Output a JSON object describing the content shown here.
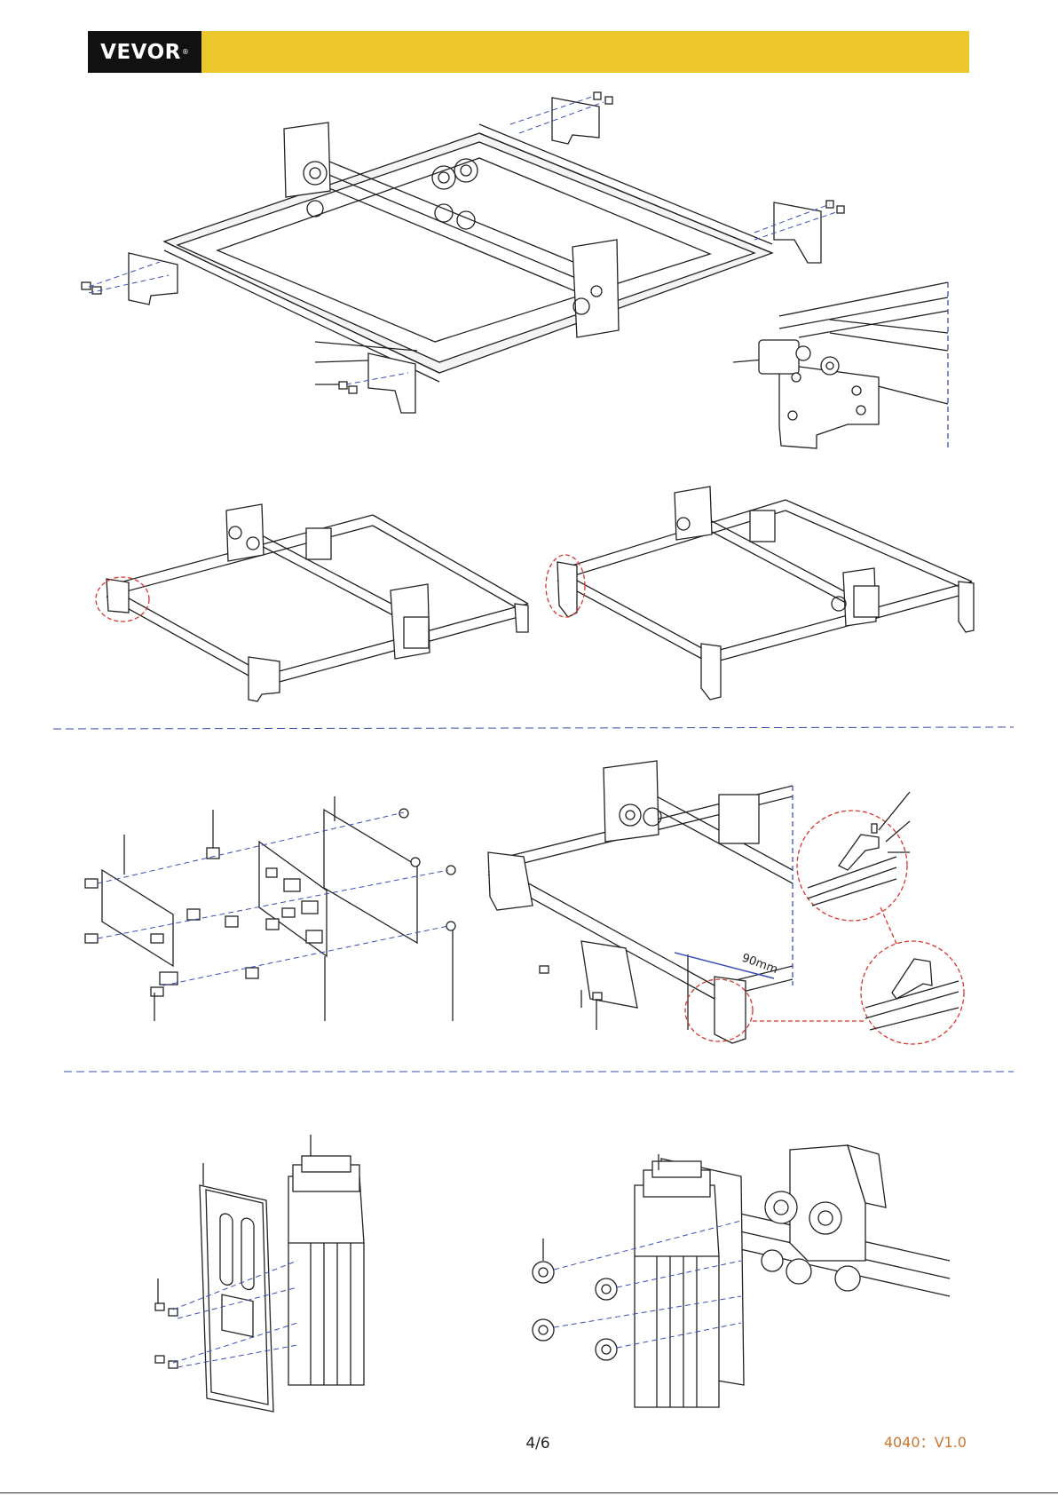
{
  "header": {
    "brand": "VEVOR",
    "registered": "®",
    "bar_color": "#ecc82c",
    "logo_bg": "#111111"
  },
  "figures": {
    "dimension_label": "90mm"
  },
  "footer": {
    "page_number": "4/6",
    "version": "4040：V1.0",
    "version_color": "#c9772e"
  },
  "colors": {
    "line": "#222222",
    "frame_fill": "#eeeeee",
    "callout_red": "#d9342b",
    "guide_blue": "#3b4fb8",
    "separator": "#3a4fb0"
  }
}
